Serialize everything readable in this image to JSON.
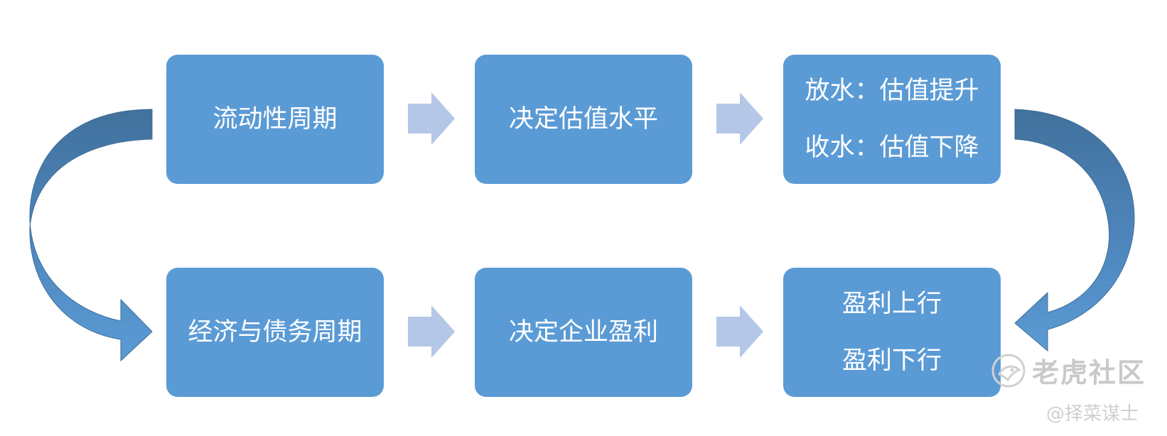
{
  "colors": {
    "box_fill": "#5b9bd5",
    "text": "#ffffff",
    "small_arrow": "#b4c7e7",
    "curve_light": "#5b9bd5",
    "curve_dark": "#41719c"
  },
  "boxes": {
    "liquidity_cycle": "流动性周期",
    "valuation_level": "决定估值水平",
    "easing": "放水：估值提升",
    "tightening": "收水：估值下降",
    "economy_debt_cycle": "经济与债务周期",
    "corporate_profit": "决定企业盈利",
    "profit_up": "盈利上行",
    "profit_down": "盈利下行"
  },
  "watermark": {
    "brand": "老虎社区",
    "credit": "@择菜谋士"
  }
}
